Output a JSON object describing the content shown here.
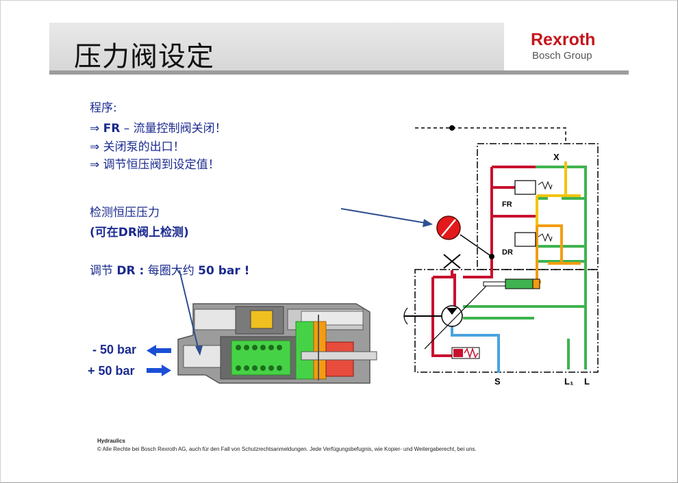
{
  "slide": {
    "title": "压力阀设定",
    "logo": {
      "brand": "Rexroth",
      "sub": "Bosch Group"
    }
  },
  "procedure": {
    "heading": "程序:",
    "steps": [
      {
        "arrow": "⇒",
        "label": "FR",
        "text": " – 流量控制阀关闭！"
      },
      {
        "arrow": "⇒",
        "label": "",
        "text": "关闭泵的出口！"
      },
      {
        "arrow": "⇒",
        "label": "",
        "text": "调节恒压阀到设定值！"
      }
    ]
  },
  "check": {
    "line1": "检测恒压压力",
    "line2_pre": "(可在",
    "line2_bold": "DR",
    "line2_post": "阀上检测)"
  },
  "adjust": {
    "pre": "调节 ",
    "bold": "DR :",
    "post": " 每圈大约 ",
    "value": "50 bar",
    "end": " !"
  },
  "arrows": {
    "minus": "- 50 bar",
    "plus": "+ 50 bar"
  },
  "schematic": {
    "labels": {
      "x": "X",
      "fr": "FR",
      "dr": "DR",
      "s": "S",
      "l1": "L₁",
      "l": "L"
    }
  },
  "footer": {
    "line1": "Hydraulics",
    "line2": "© Alle Rechte bei Bosch Rexroth AG, auch für den Fall von Schutzrechtsanmeldungen. Jede Verfügungsbefugnis, wie Kopier- und Weitergaberecht, bei uns."
  },
  "colors": {
    "accent_red": "#c4161c",
    "text_blue": "#1b2b8f",
    "line_red": "#c8102e",
    "line_green": "#3fb34f",
    "line_yellow": "#f2c40c",
    "line_orange": "#f39c12",
    "line_blue": "#4aa3df"
  }
}
